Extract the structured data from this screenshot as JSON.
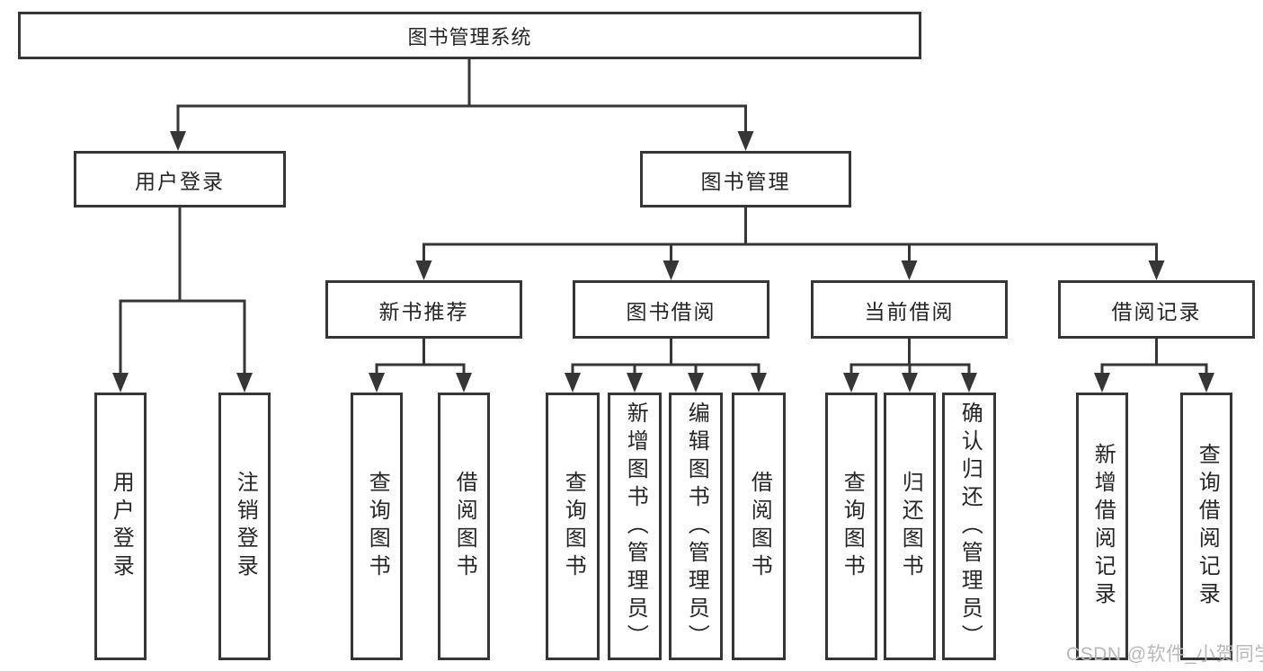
{
  "diagram": {
    "root": {
      "label": "图书管理系统"
    },
    "branches": [
      {
        "label": "用户登录",
        "children": [
          {
            "label": "用户登录"
          },
          {
            "label": "注销登录"
          }
        ]
      },
      {
        "label": "图书管理",
        "children": [
          {
            "label": "新书推荐",
            "children": [
              {
                "label": "查询图书"
              },
              {
                "label": "借阅图书"
              }
            ]
          },
          {
            "label": "图书借阅",
            "children": [
              {
                "label": "查询图书"
              },
              {
                "label": "新增图书（管理员）"
              },
              {
                "label": "编辑图书（管理员）"
              },
              {
                "label": "借阅图书"
              }
            ]
          },
          {
            "label": "当前借阅",
            "children": [
              {
                "label": "查询图书"
              },
              {
                "label": "归还图书"
              },
              {
                "label": "确认归还（管理员）"
              }
            ]
          },
          {
            "label": "借阅记录",
            "children": [
              {
                "label": "新增借阅记录"
              },
              {
                "label": "查询借阅记录"
              }
            ]
          }
        ]
      }
    ]
  },
  "watermark": {
    "text": "CSDN @软件_小贺同学"
  },
  "colors": {
    "line": "#363636",
    "text": "#262626",
    "watermark": "#b9b9b9",
    "background": "#ffffff"
  }
}
